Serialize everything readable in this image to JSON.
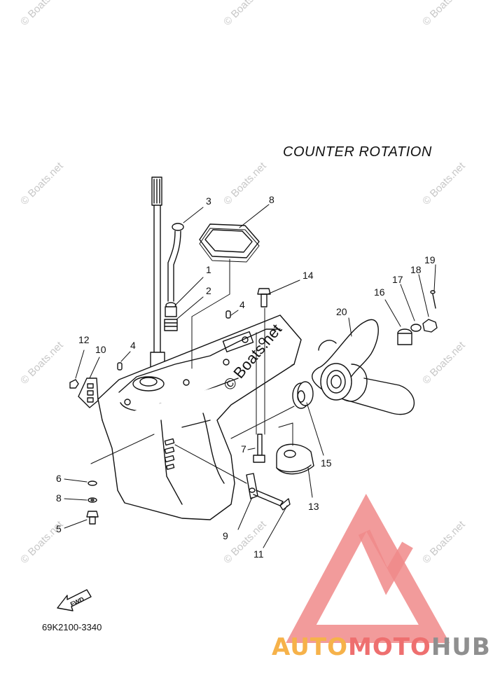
{
  "diagram": {
    "title": "COUNTER ROTATION",
    "part_code": "69K2100-3340",
    "fwd_label": "FWD",
    "center_watermark": "© Boats.net",
    "watermark_text": "© Boats.net",
    "brand": {
      "part1": "AUTO",
      "part2": "MOTO",
      "part3": "HUB"
    },
    "callouts": [
      "1",
      "2",
      "3",
      "4",
      "4",
      "5",
      "6",
      "7",
      "8",
      "9",
      "10",
      "11",
      "12",
      "13",
      "14",
      "15",
      "16",
      "17",
      "18",
      "19",
      "20",
      "21"
    ],
    "colors": {
      "line": "#111111",
      "brand_orange": "#f6b24a",
      "brand_red": "#ee6f6f",
      "brand_gray": "#8f8f8f"
    }
  }
}
